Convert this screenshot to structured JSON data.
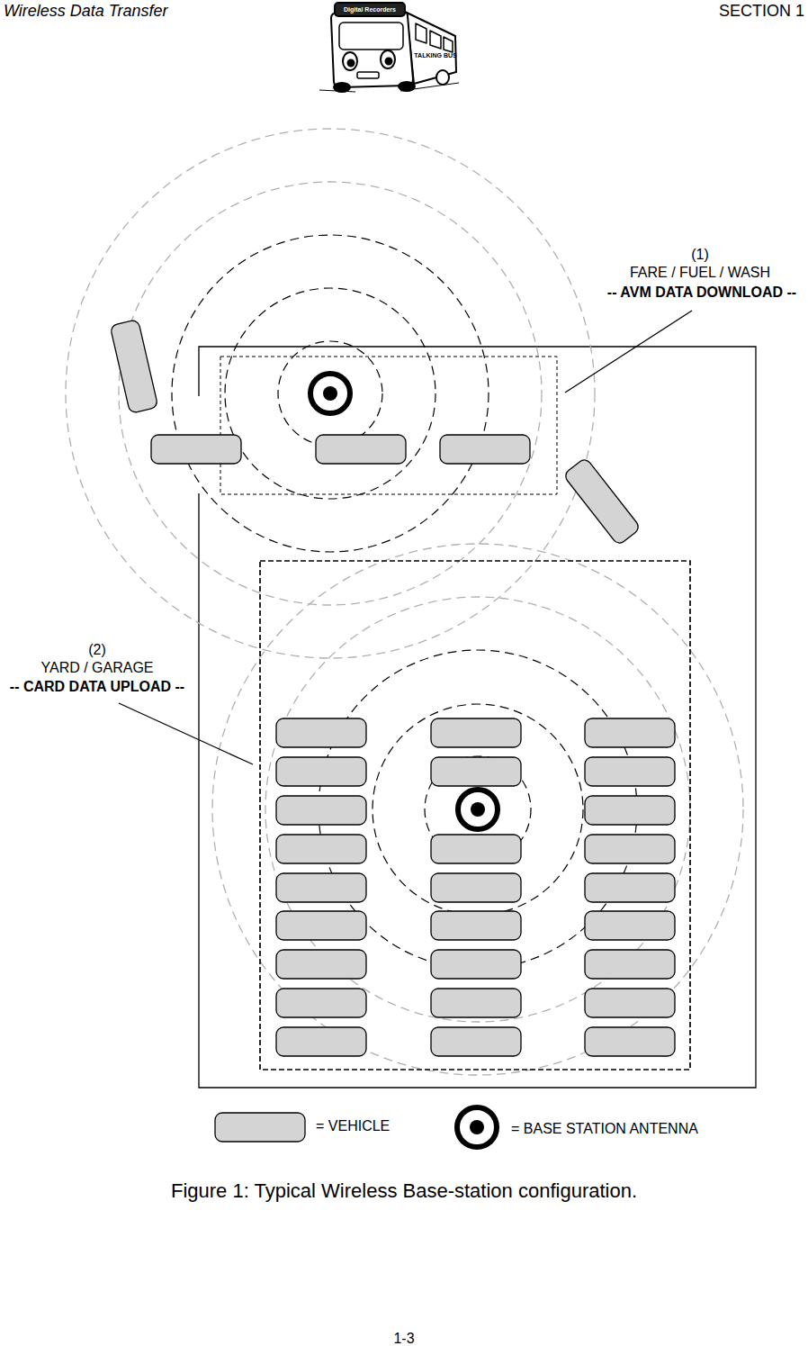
{
  "diagram": {
    "title": "Wireless Data Transfer",
    "caption": "Figure 1: Typical Wireless Base-station configuration.",
    "labels": [
      "SECTION 1",
      "Digital Recorders",
      "TALKING BUS",
      "(1)",
      "FARE / FUEL / WASH",
      "-- AVM DATA DOWNLOAD --",
      "(2)",
      "YARD / GARAGE",
      "-- CARD DATA UPLOAD --",
      "1-3"
    ],
    "legend": [
      {
        "text": "= VEHICLE"
      },
      {
        "text": "= BASE STATION ANTENNA"
      }
    ]
  }
}
